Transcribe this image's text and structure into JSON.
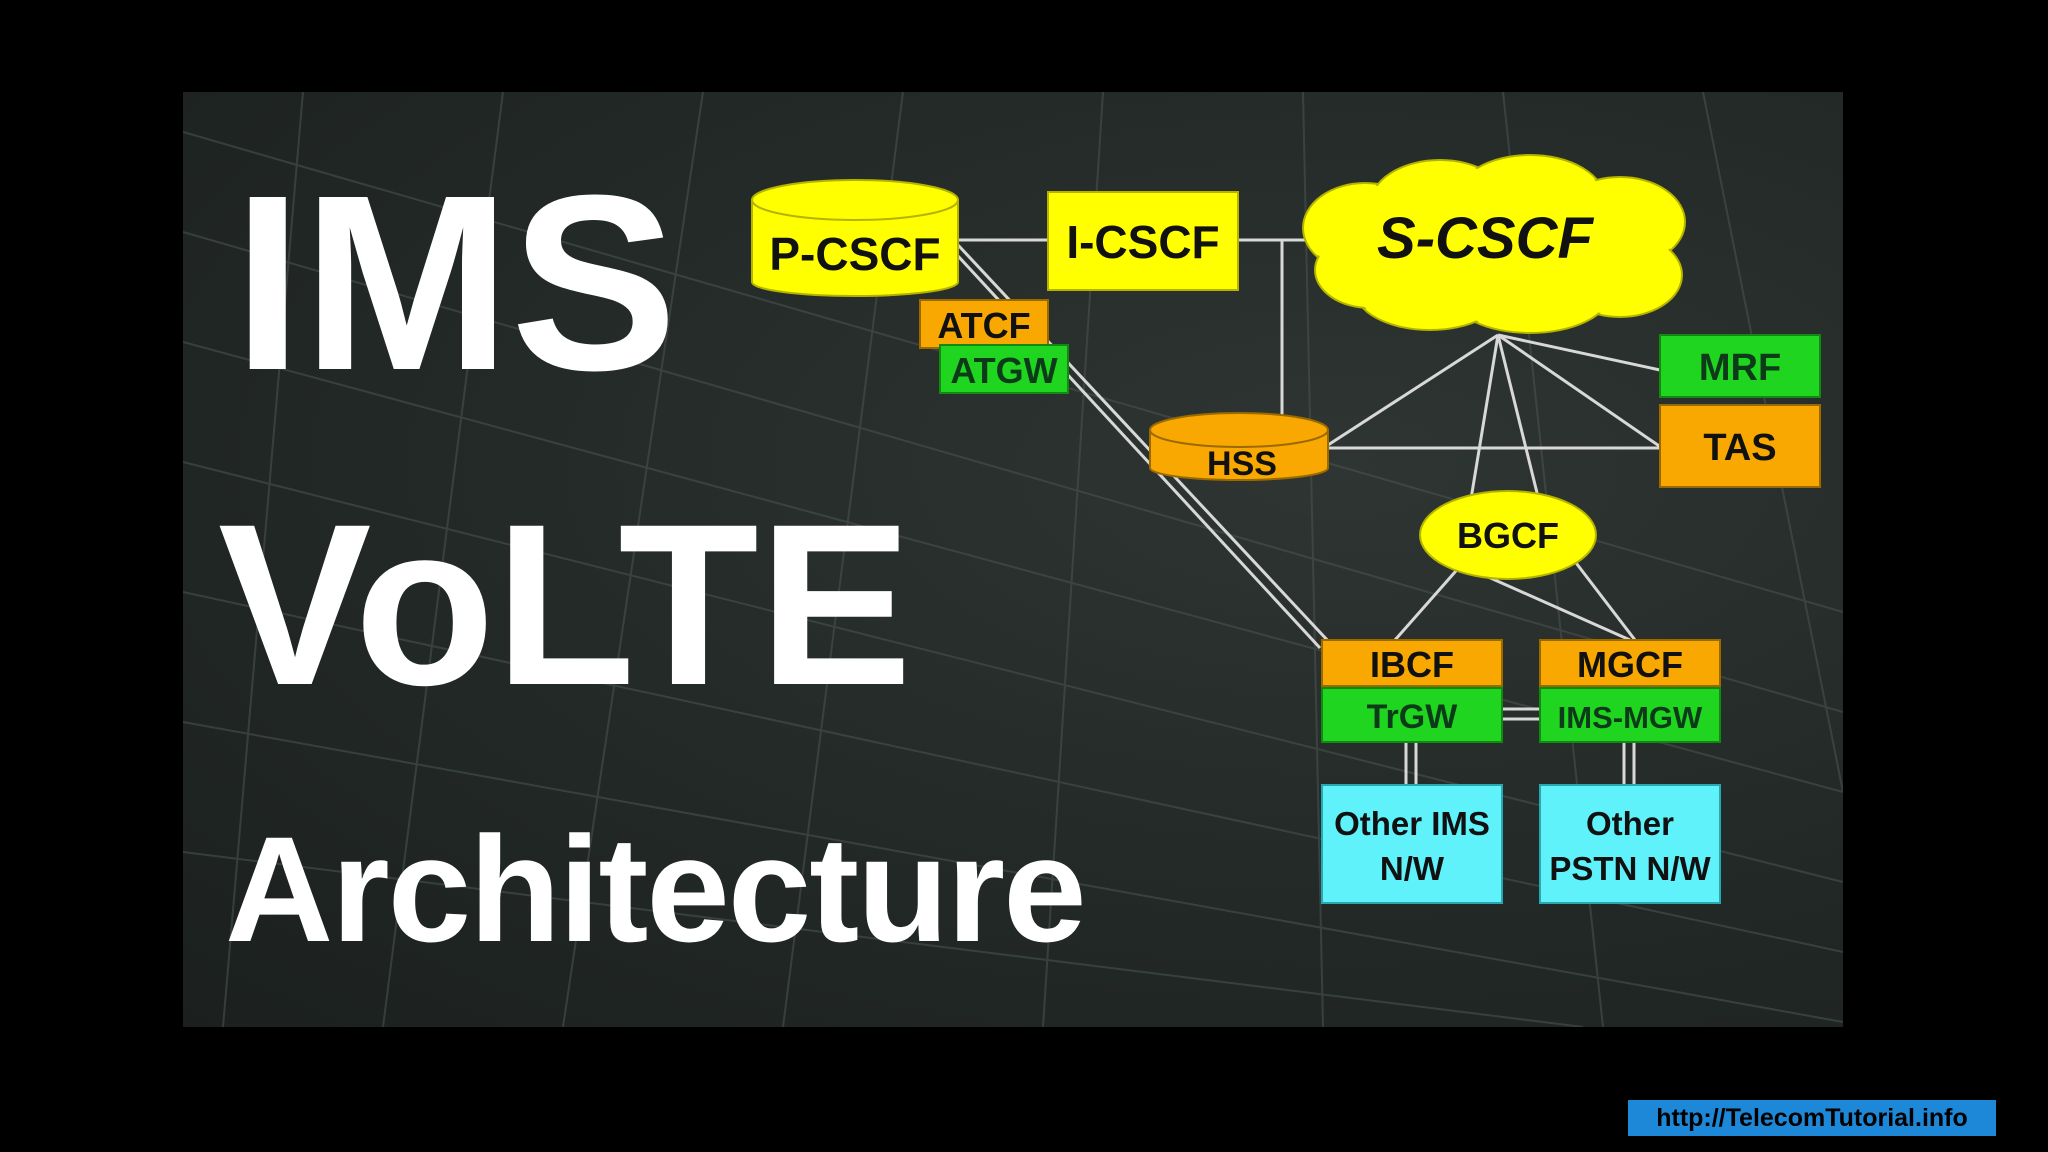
{
  "title": {
    "line1": "IMS",
    "line2": "VoLTE",
    "line3": "Architecture"
  },
  "nodes": {
    "pcscf": "P-CSCF",
    "icscf": "I-CSCF",
    "scscf": "S-CSCF",
    "atcf": "ATCF",
    "atgw": "ATGW",
    "hss": "HSS",
    "mrf": "MRF",
    "tas": "TAS",
    "bgcf": "BGCF",
    "ibcf": "IBCF",
    "trgw": "TrGW",
    "mgcf": "MGCF",
    "imsmgw": "IMS-MGW",
    "other_ims": [
      "Other IMS",
      "N/W"
    ],
    "other_pstn": [
      "Other",
      "PSTN N/W"
    ]
  },
  "url": "http://TelecomTutorial.info",
  "colors": {
    "yellow": "#ffff00",
    "orange": "#f8a800",
    "green": "#1fd51f",
    "cyan": "#5ff2fa",
    "url_badge": "#1e88d8"
  }
}
